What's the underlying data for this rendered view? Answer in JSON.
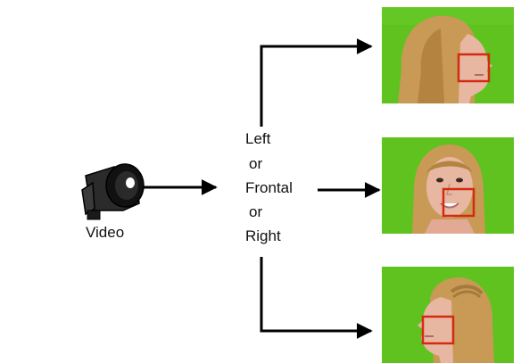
{
  "source": {
    "label": "Video",
    "icon": "video-camera-icon"
  },
  "decision": {
    "lines": [
      "Left",
      "or",
      "Frontal",
      "or",
      "Right"
    ]
  },
  "outputs": [
    {
      "pose": "left-profile",
      "marker": "mouth-region-box"
    },
    {
      "pose": "frontal",
      "marker": "mouth-region-box"
    },
    {
      "pose": "right-profile",
      "marker": "mouth-region-box"
    }
  ],
  "colors": {
    "background": "#ffffff",
    "arrow": "#000000",
    "thumb_bg": "#5fc21f",
    "box": "#d42a10",
    "hair": "#c89a55",
    "skin": "#e7b7a2"
  }
}
